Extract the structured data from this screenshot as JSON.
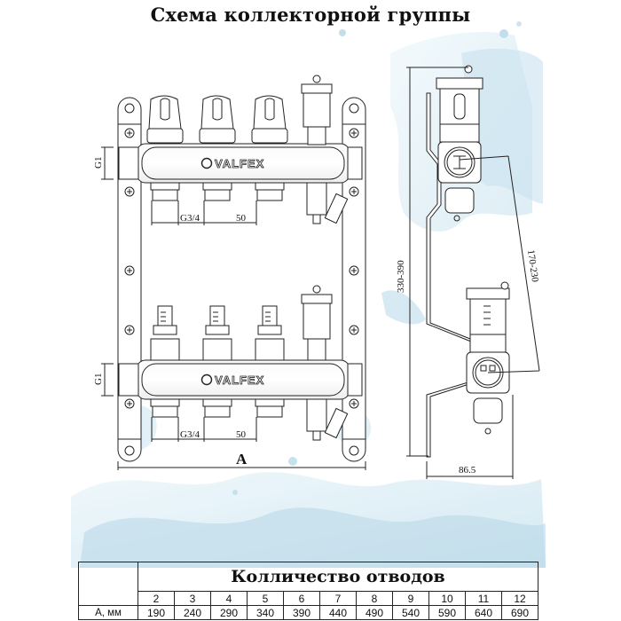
{
  "title": "Схема коллекторной группы",
  "brand": "VALFEX",
  "colors": {
    "water": "#bcdcea",
    "water_dark": "#8fc0d6",
    "line": "#222222"
  },
  "front_view": {
    "top": {
      "inlet_label": "G1",
      "outlet_label": "G3/4",
      "spacing_label": "50"
    },
    "bottom": {
      "inlet_label": "G1",
      "outlet_label": "G3/4",
      "spacing_label": "50"
    },
    "width_label": "A"
  },
  "side_view": {
    "height_label": "330-390",
    "offset_label": "170-230",
    "depth_label": "86.5"
  },
  "table": {
    "header": "Колличество отводов",
    "row_label": "А, мм",
    "outlets": [
      "2",
      "3",
      "4",
      "5",
      "6",
      "7",
      "8",
      "9",
      "10",
      "11",
      "12"
    ],
    "lengths": [
      "190",
      "240",
      "290",
      "340",
      "390",
      "440",
      "490",
      "540",
      "590",
      "640",
      "690"
    ]
  }
}
